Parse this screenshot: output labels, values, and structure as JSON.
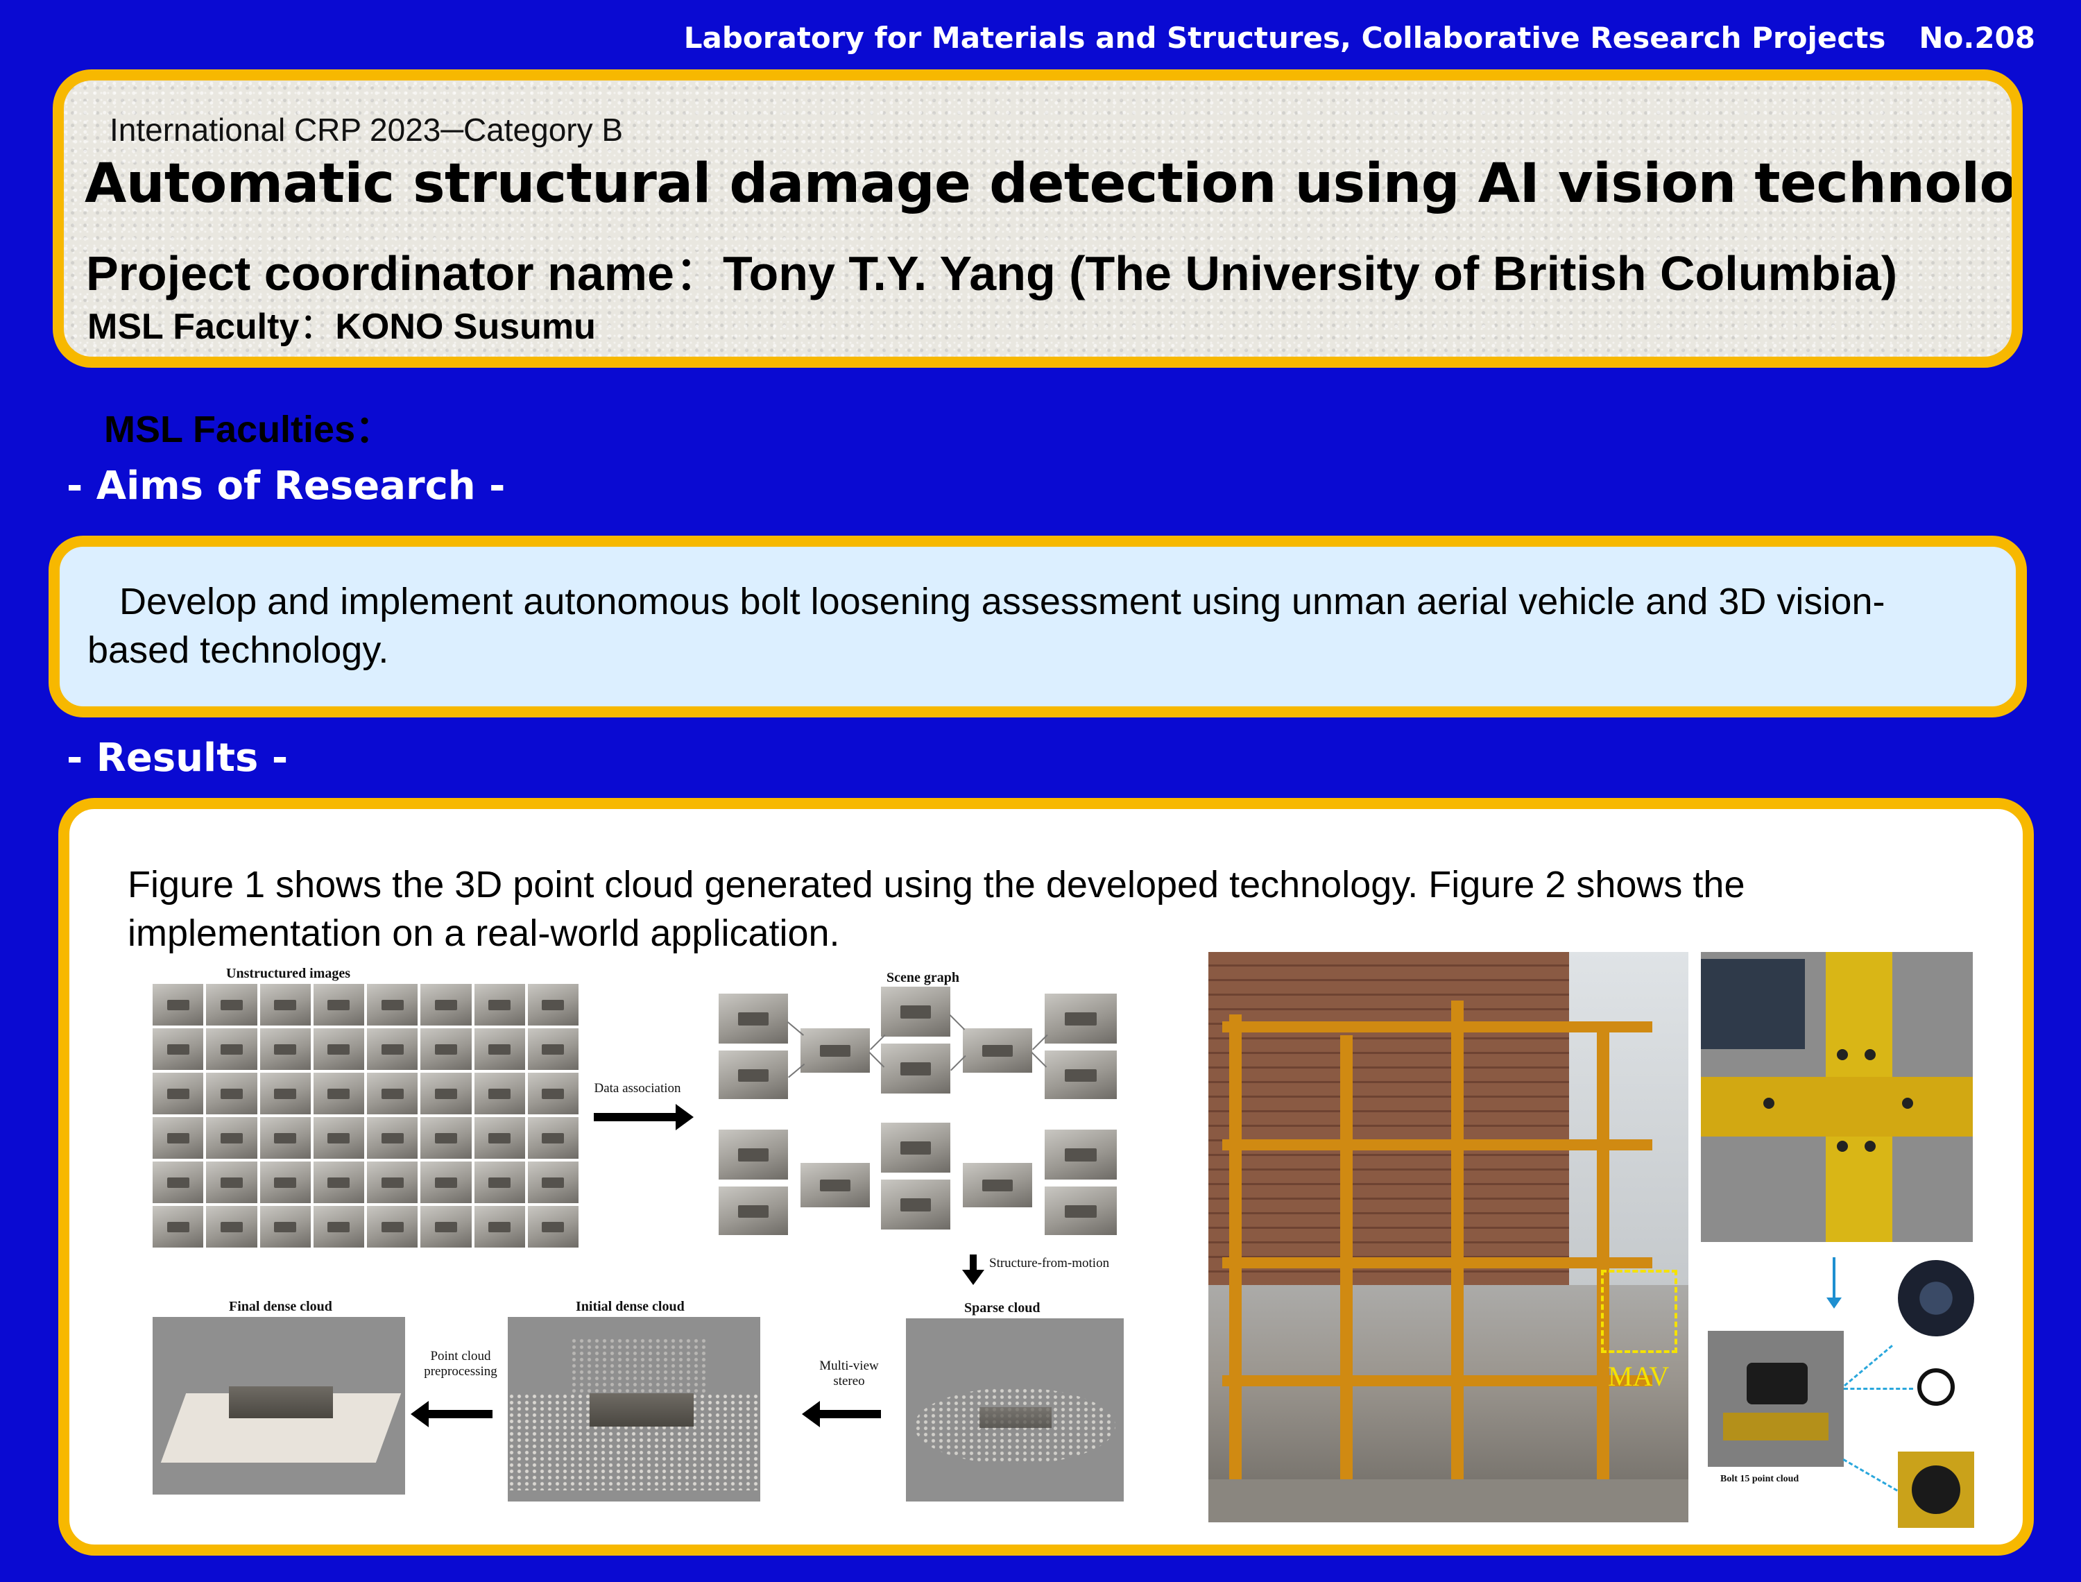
{
  "header": {
    "lab": "Laboratory for Materials and Structures, Collaborative Research Projects",
    "number": "No.208"
  },
  "title_box": {
    "category": "International CRP 2023─Category B",
    "title": "Automatic structural damage detection using AI vision technology",
    "coordinator_label": "Project coordinator name",
    "coordinator_sep": "：",
    "coordinator": "Tony T.Y. Yang (The University of British Columbia)",
    "faculty_label": "MSL Faculty",
    "faculty_sep": "：",
    "faculty": "KONO Susumu"
  },
  "msl_faculties": "MSL Faculties：",
  "aims": {
    "heading": "- Aims of Research -",
    "text": "Develop and implement autonomous bolt loosening assessment using unman aerial vehicle and 3D vision-based technology."
  },
  "results": {
    "heading": "- Results -",
    "text": "Figure 1 shows the 3D point cloud generated using the developed technology. Figure 2 shows the implementation on a real-world application."
  },
  "figure1": {
    "unstructured": "Unstructured images",
    "scene_graph": "Scene graph",
    "data_association": "Data association",
    "sfm": "Structure-from-motion",
    "sparse": "Sparse cloud",
    "mvs": "Multi-view stereo",
    "initial": "Initial dense cloud",
    "preproc": "Point cloud preprocessing",
    "final": "Final dense cloud"
  },
  "figure2": {
    "mav": "MAV",
    "bolt_caption": "Bolt 15 point cloud"
  },
  "colors": {
    "background": "#0a0ad2",
    "frame": "#f7b800",
    "aims_fill": "#dcefff"
  }
}
